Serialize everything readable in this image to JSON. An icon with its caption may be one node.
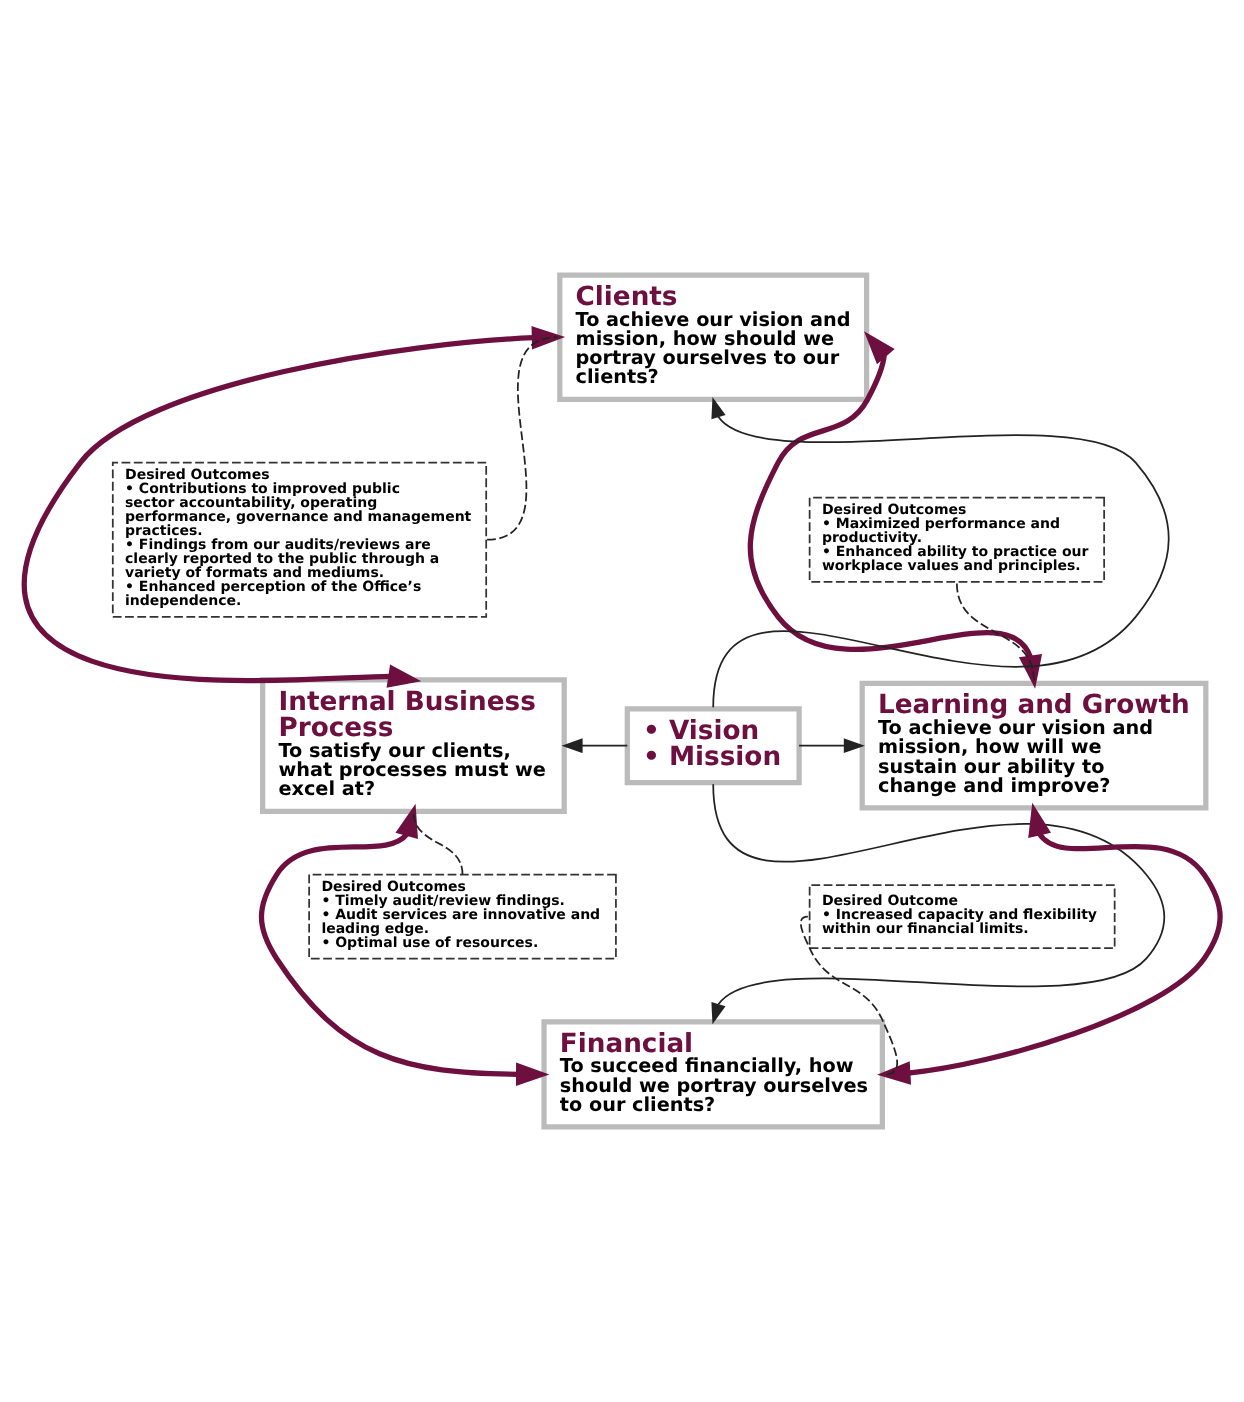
{
  "diagram": {
    "nodes": [
      {
        "text": [
          "Clients",
          "To achieve our vision and mission, how should we portray ourselves to our clients?"
        ]
      },
      {
        "text": [
          "Internal Business Process",
          "To satisfy our clients, what processes must we excel at?"
        ]
      },
      {
        "text": [
          "• Vision",
          "• Mission"
        ]
      },
      {
        "text": [
          "Learning and Growth",
          "To achieve our vision and mission, how will we sustain our ability to change and improve?"
        ]
      },
      {
        "text": [
          "Financial",
          "To succeed financially, how should we portray ourselves to our clients?"
        ]
      },
      {
        "text": [
          "Desired Outcomes",
          "• Contributions to improved public sector accountability, operating performance, governance and management practices.",
          "• Findings from our audits/reviews are clearly reported to the public through a variety of formats and mediums.",
          "• Enhanced perception of the Office’s independence."
        ]
      },
      {
        "text": [
          "Desired Outcomes",
          "• Maximized performance and productivity.",
          "• Enhanced ability to practice our workplace values and principles."
        ]
      },
      {
        "text": [
          "Desired Outcomes",
          "• Timely audit/review findings.",
          "• Audit services are innovative and leading edge.",
          "• Optimal use of resources."
        ]
      },
      {
        "text": [
          "Desired Outcome",
          "• Increased capacity and flexibility within our financial limits."
        ]
      }
    ],
    "edges": [
      {
        "from": 2,
        "to": 0,
        "arrow": "to"
      },
      {
        "from": 2,
        "to": 1,
        "arrow": "to"
      },
      {
        "from": 2,
        "to": 3,
        "arrow": "to"
      },
      {
        "from": 2,
        "to": 4,
        "arrow": "to"
      },
      {
        "from": 0,
        "to": 1,
        "arrow": "both",
        "style": "thick",
        "color": "#6d0f3f"
      },
      {
        "from": 0,
        "to": 3,
        "arrow": "both",
        "style": "thick",
        "color": "#6d0f3f"
      },
      {
        "from": 1,
        "to": 4,
        "arrow": "both",
        "style": "thick",
        "color": "#6d0f3f"
      },
      {
        "from": 3,
        "to": 4,
        "arrow": "both",
        "style": "thick",
        "color": "#6d0f3f"
      },
      {
        "from": 5,
        "to": 0,
        "arrow": "none",
        "style": "dashed"
      },
      {
        "from": 6,
        "to": 3,
        "arrow": "none",
        "style": "dashed"
      },
      {
        "from": 7,
        "to": 1,
        "arrow": "none",
        "style": "dashed"
      },
      {
        "from": 8,
        "to": 4,
        "arrow": "none",
        "style": "dashed"
      }
    ]
  }
}
